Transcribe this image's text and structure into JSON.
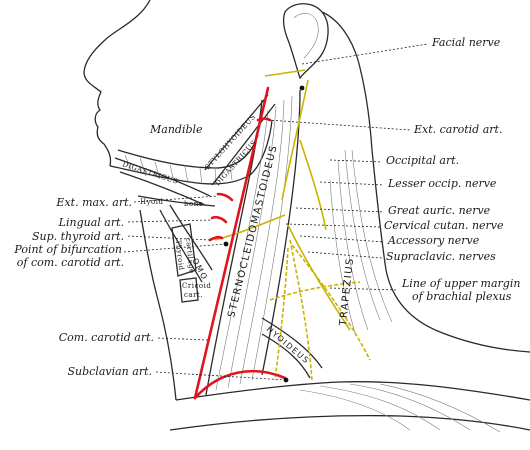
{
  "labels_right": [
    {
      "id": "facial-nerve",
      "text": "Facial nerve"
    },
    {
      "id": "ext-carotid",
      "text": "Ext. carotid art."
    },
    {
      "id": "occipital-art",
      "text": "Occipital art."
    },
    {
      "id": "lesser-occip",
      "text": "Lesser occip. nerve"
    },
    {
      "id": "great-auric",
      "text": "Great auric. nerve"
    },
    {
      "id": "cervical-cutan",
      "text": "Cervical cutan. nerve"
    },
    {
      "id": "accessory",
      "text": "Accessory nerve"
    },
    {
      "id": "supraclavic",
      "text": "Supraclavic. nerves"
    },
    {
      "id": "line-upper-1",
      "text": "Line of upper margin"
    },
    {
      "id": "line-upper-2",
      "text": "of brachial plexus"
    }
  ],
  "labels_left": [
    {
      "id": "ext-max",
      "text": "Ext. max. art."
    },
    {
      "id": "lingual",
      "text": "Lingual art."
    },
    {
      "id": "sup-thyroid",
      "text": "Sup. thyroid art."
    },
    {
      "id": "bifurcation-1",
      "text": "Point of bifurcation"
    },
    {
      "id": "bifurcation-2",
      "text": "of com. carotid art."
    },
    {
      "id": "com-carotid",
      "text": "Com. carotid art."
    },
    {
      "id": "subclavian",
      "text": "Subclavian art."
    }
  ],
  "labels_structures": {
    "mandible": "Mandible",
    "digastricus": "DIGASTRICUS",
    "stylohyoideus": "STYLOHYOIDEUS",
    "digastricus_2": "DIGASTRICUS",
    "hyoid": "Hyoid",
    "bone": "bone",
    "sternocleidomastoideus": "STERNOCLEIDOMASTOIDEUS",
    "trapezius": "TRAPEZIUS",
    "omo": "OMO",
    "hyoideus": "HYOIDEUS",
    "thyroid_cartilage_1": "Thyroid",
    "thyroid_cartilage_2": "cartilage",
    "cricoid_1": "Cricoid",
    "cricoid_2": "cart."
  },
  "colors": {
    "artery": "#e0141e",
    "nerve": "#c9b400",
    "ink": "#1a1a1a"
  }
}
